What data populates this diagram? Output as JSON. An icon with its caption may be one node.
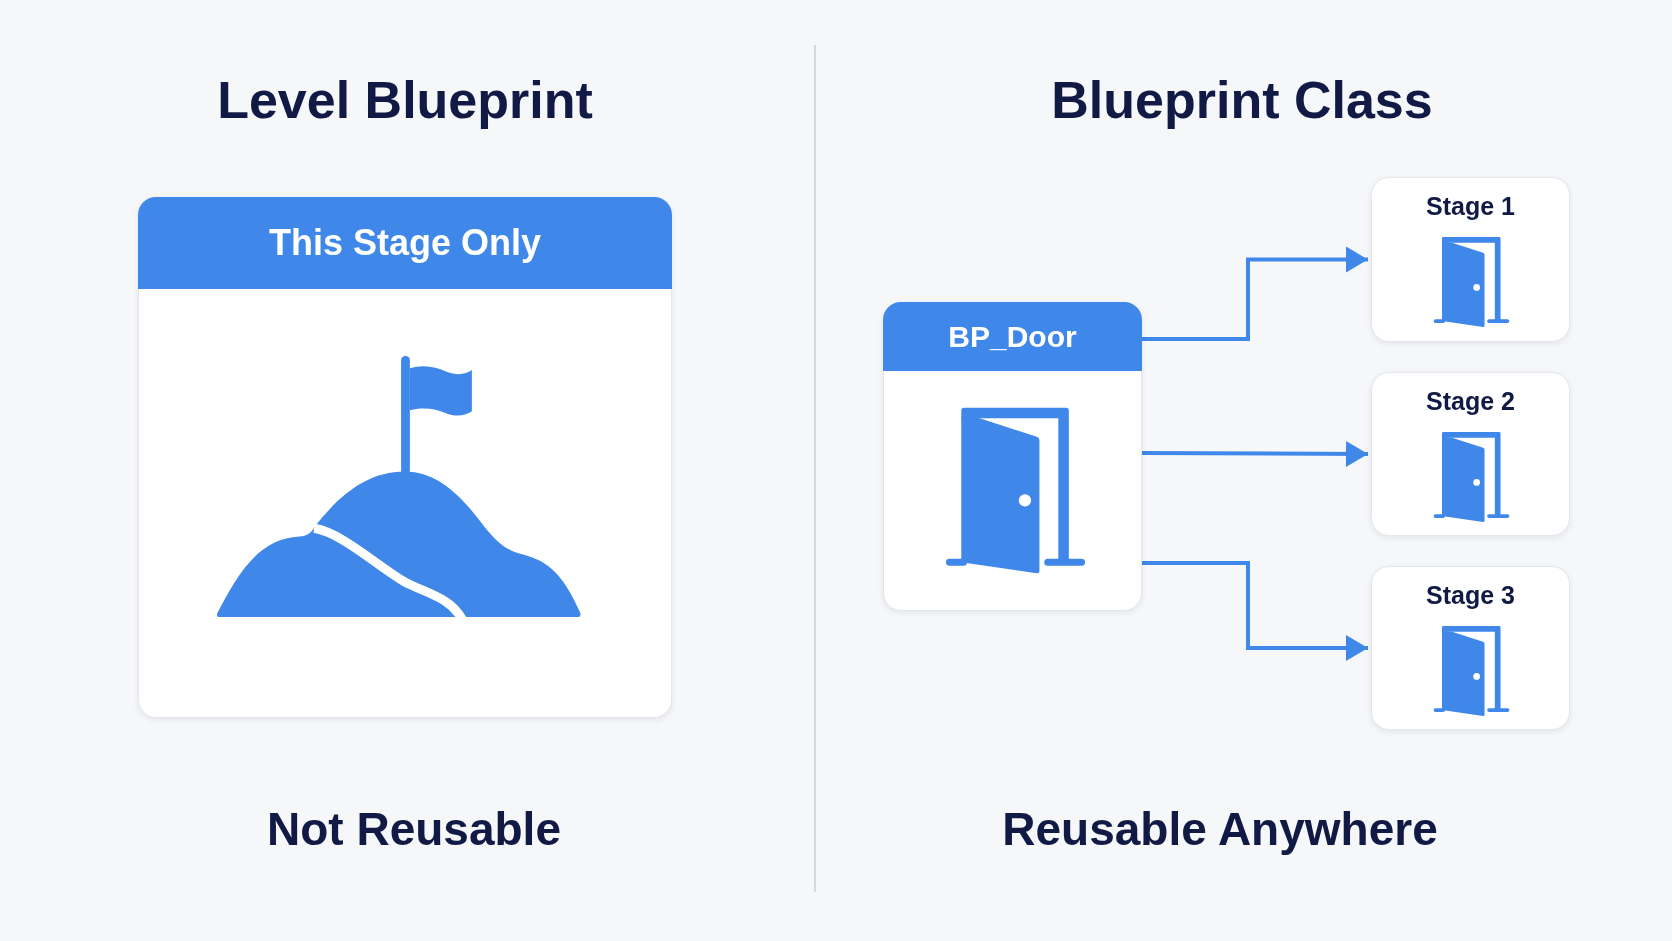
{
  "diagram": {
    "nodes": [
      {
        "text": [
          "This Stage Only"
        ]
      },
      {
        "text": [
          "BP_Door"
        ]
      },
      {
        "text": [
          "Stage 1"
        ]
      },
      {
        "text": [
          "Stage 2"
        ]
      },
      {
        "text": [
          "Stage 3"
        ]
      }
    ],
    "edges": [
      {
        "from": 1,
        "to": 2,
        "arrow": "to"
      },
      {
        "from": 1,
        "to": 3,
        "arrow": "to"
      },
      {
        "from": 1,
        "to": 4,
        "arrow": "to"
      }
    ],
    "labels": [
      "Level Blueprint",
      "Blueprint Class",
      "Not Reusable",
      "Reusable Anywhere"
    ]
  }
}
